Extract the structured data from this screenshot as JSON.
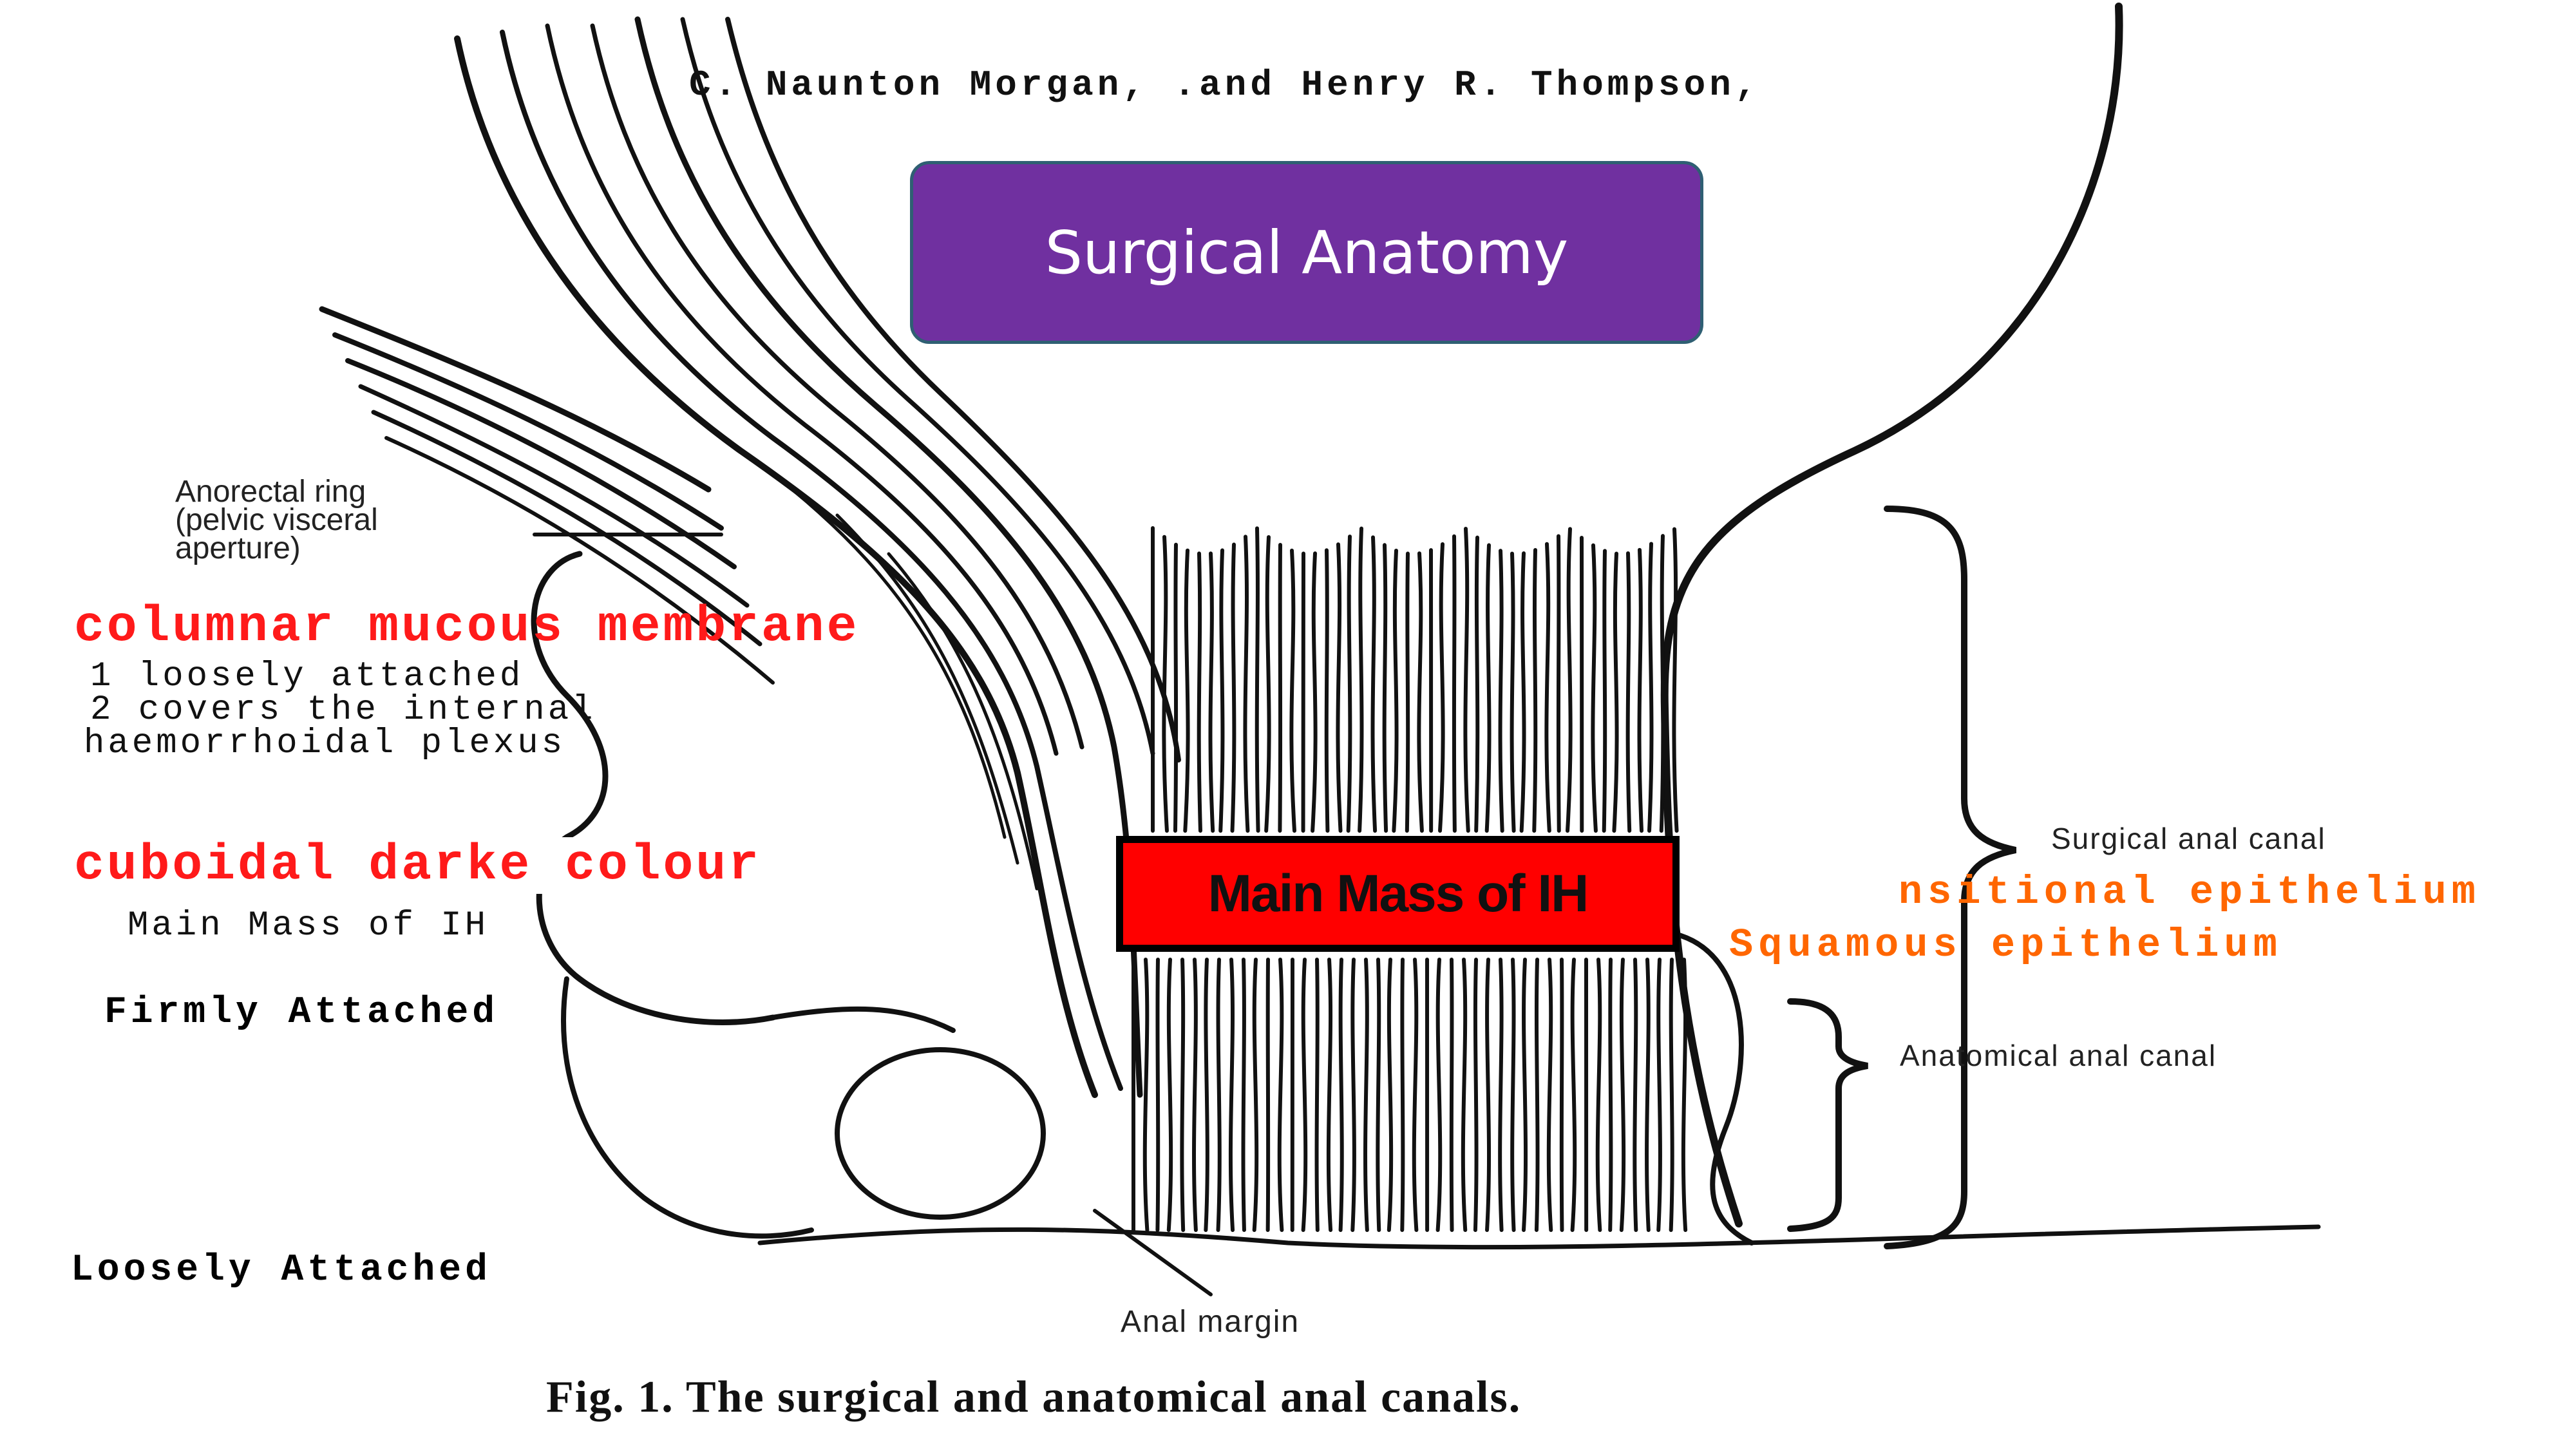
{
  "header": {
    "author_line": "C. Naunton Morgan, .and Henry R. Thompson,",
    "title": "Surgical Anatomy"
  },
  "labels": {
    "anorectal_ring": "Anorectal ring\n(pelvic visceral\naperture)",
    "columnar": "columnar mucous membrane",
    "columnar_note_1": "1 loosely attached",
    "columnar_note_2": "2 covers the internal",
    "columnar_note_3": "haemorrhoidal plexus",
    "cuboidal": "cuboidal darke colour",
    "main_mass_small": "Main Mass of IH",
    "firmly_attached": "Firmly Attached",
    "loosely_attached": "Loosely Attached",
    "main_mass_box": "Main Mass of IH",
    "transitional": "nsitional epithelium",
    "squamous": "Squamous epithelium",
    "surgical_canal": "Surgical anal canal",
    "anatomical_canal": "Anatomical anal canal",
    "anal_margin": "Anal margin",
    "caption": "Fig. 1.   The surgical and anatomical anal canals."
  },
  "colors": {
    "title_box_fill": "#7030a0",
    "title_box_border": "#2f5f73",
    "main_mass_fill": "#ff0000",
    "red_label": "#ff1a1a",
    "orange_label": "#ff6600",
    "ink": "#111111"
  }
}
